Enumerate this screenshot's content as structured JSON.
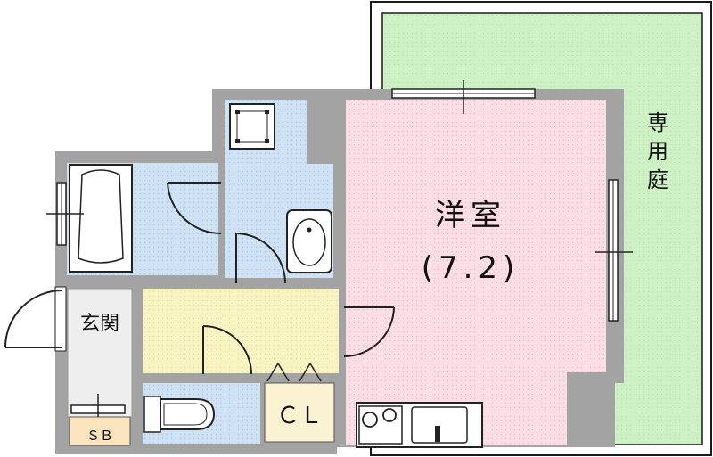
{
  "rooms": {
    "western_room": {
      "name": "洋室",
      "size": "(7.2)"
    },
    "private_garden": {
      "name_lines": [
        "専",
        "用",
        "庭"
      ]
    },
    "entrance": {
      "name": "玄関"
    },
    "closet": {
      "name": "ＣＬ"
    },
    "shoe_box": {
      "name": "ＳＢ"
    }
  },
  "colors": {
    "wall": "#a3a3a3",
    "western_room": "#fbdde5",
    "garden": "#cdf1c4",
    "bathroom_tile": "#cfe2f4",
    "hallway": "#f8f3c2",
    "entrance": "#eeeeee",
    "closet": "#fbf2d2",
    "shoe_box": "#fbe3bd"
  }
}
